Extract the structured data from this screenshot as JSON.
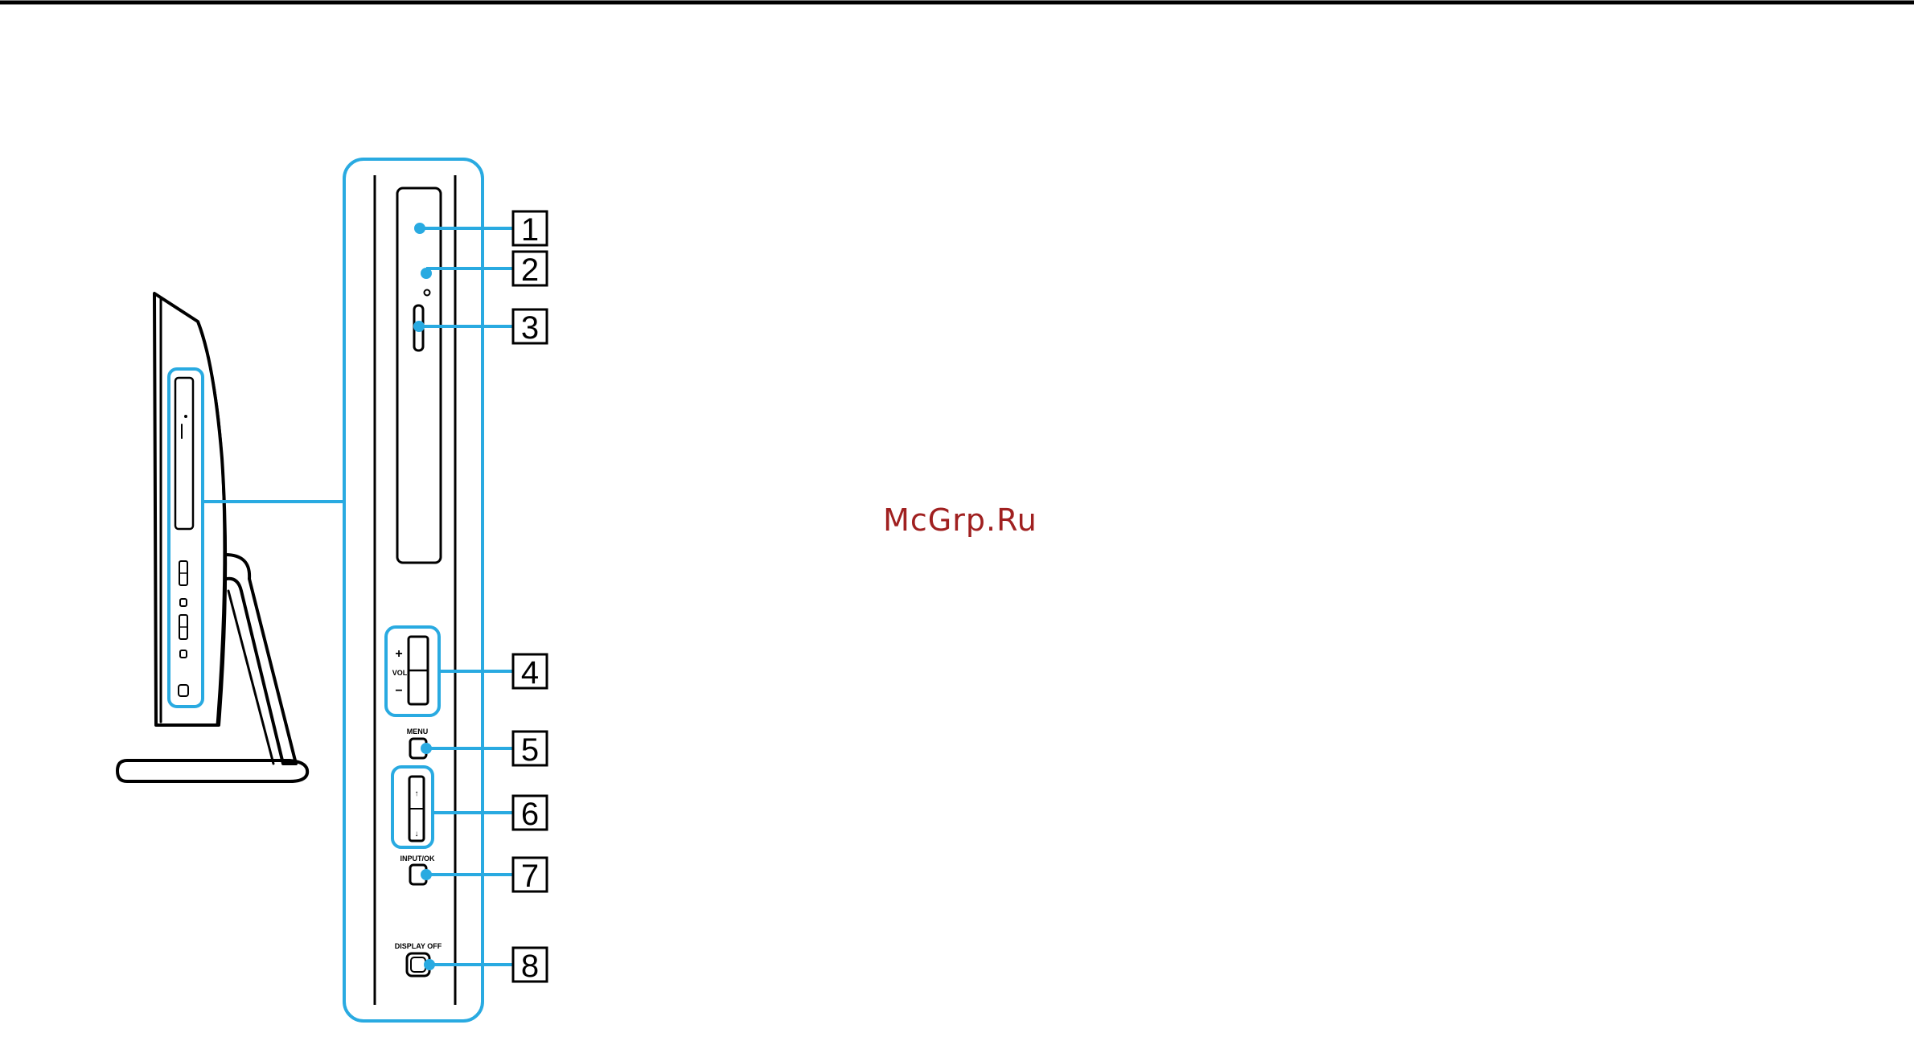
{
  "colors": {
    "callout": "#29aae1",
    "line": "#000000",
    "watermark": "#a02020"
  },
  "callouts": [
    {
      "number": "1",
      "part": "optical-drive"
    },
    {
      "number": "2",
      "part": "drive-indicator"
    },
    {
      "number": "3",
      "part": "drive-eject-button"
    },
    {
      "number": "4",
      "part": "volume-buttons"
    },
    {
      "number": "5",
      "part": "menu-button"
    },
    {
      "number": "6",
      "part": "up-down-buttons"
    },
    {
      "number": "7",
      "part": "input-ok-button"
    },
    {
      "number": "8",
      "part": "display-off-button"
    }
  ],
  "labels": {
    "vol": "VOL",
    "vol_plus": "+",
    "vol_minus": "−",
    "menu": "MENU",
    "input_ok": "INPUT/OK",
    "display_off": "DISPLAY OFF",
    "arrow_up": "↑",
    "arrow_down": "↓"
  },
  "watermark": "McGrp.Ru"
}
